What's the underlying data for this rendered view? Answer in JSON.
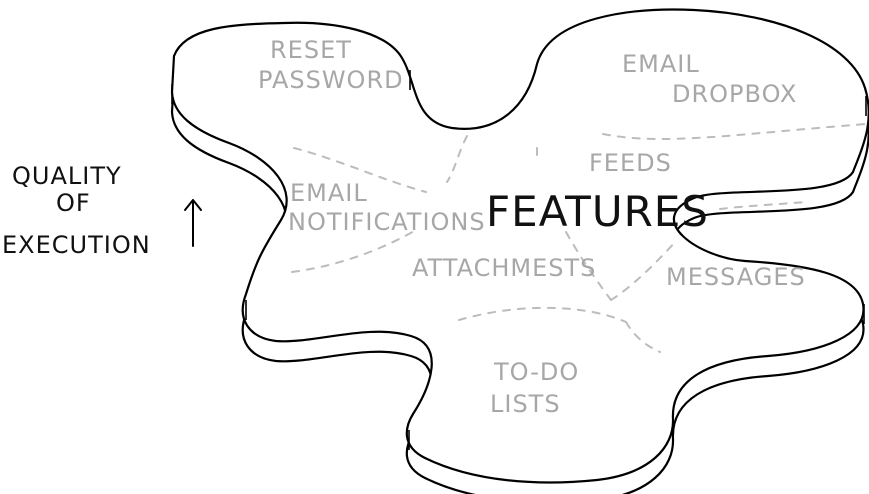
{
  "diagram": {
    "axis_label": {
      "line1": "QUALITY",
      "line2": "OF",
      "line3": "EXECUTION"
    },
    "center_label": "FEATURES",
    "regions": {
      "reset_password": {
        "line1": "RESET",
        "line2": "PASSWORD"
      },
      "email_dropbox": {
        "line1": "EMAIL",
        "line2": "DROPBOX"
      },
      "feeds": "FEEDS",
      "email_notifications": {
        "line1": "EMAIL",
        "line2": "NOTIFICATIONS"
      },
      "attachments": "ATTACHMESTS",
      "messages": "MESSAGES",
      "todo_lists": {
        "line1": "TO-DO",
        "line2": "LISTS"
      }
    },
    "colors": {
      "outline": "#000000",
      "label_gray": "#a7a7a7",
      "dash_gray": "#bcbcbc",
      "center_text": "#111111"
    }
  }
}
